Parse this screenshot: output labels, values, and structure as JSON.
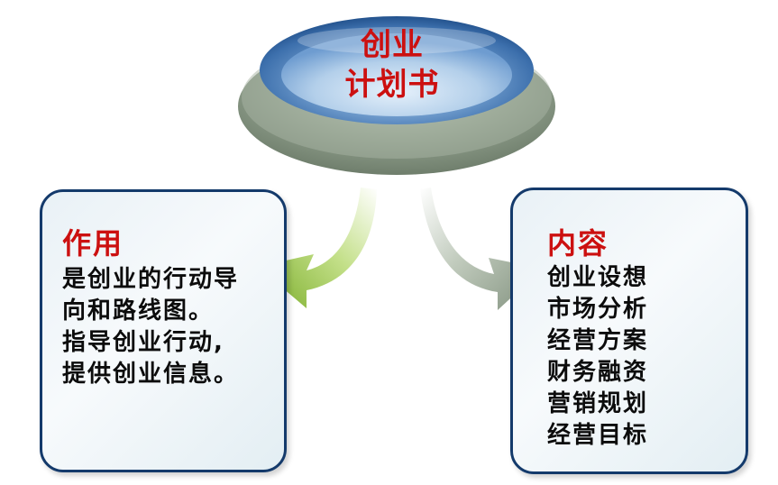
{
  "center": {
    "title_line1": "创业",
    "title_line2": "计划书"
  },
  "left_card": {
    "title": "作用",
    "lines": [
      "是创业的行动导",
      "向和路线图。",
      "指导创业行动,",
      "提供创业信息。"
    ]
  },
  "right_card": {
    "title": "内容",
    "items": [
      "创业设想",
      "市场分析",
      "经营方案",
      "财务融资",
      "营销规划",
      "经营目标"
    ]
  },
  "colors": {
    "title_red": "#cc1010",
    "border_navy": "#143a6b",
    "ellipse_blue": "#3f79b8",
    "base_gray_green": "#8a9a86",
    "arrow_green": "#8dbb3a",
    "arrow_gray": "#8fa08c"
  }
}
